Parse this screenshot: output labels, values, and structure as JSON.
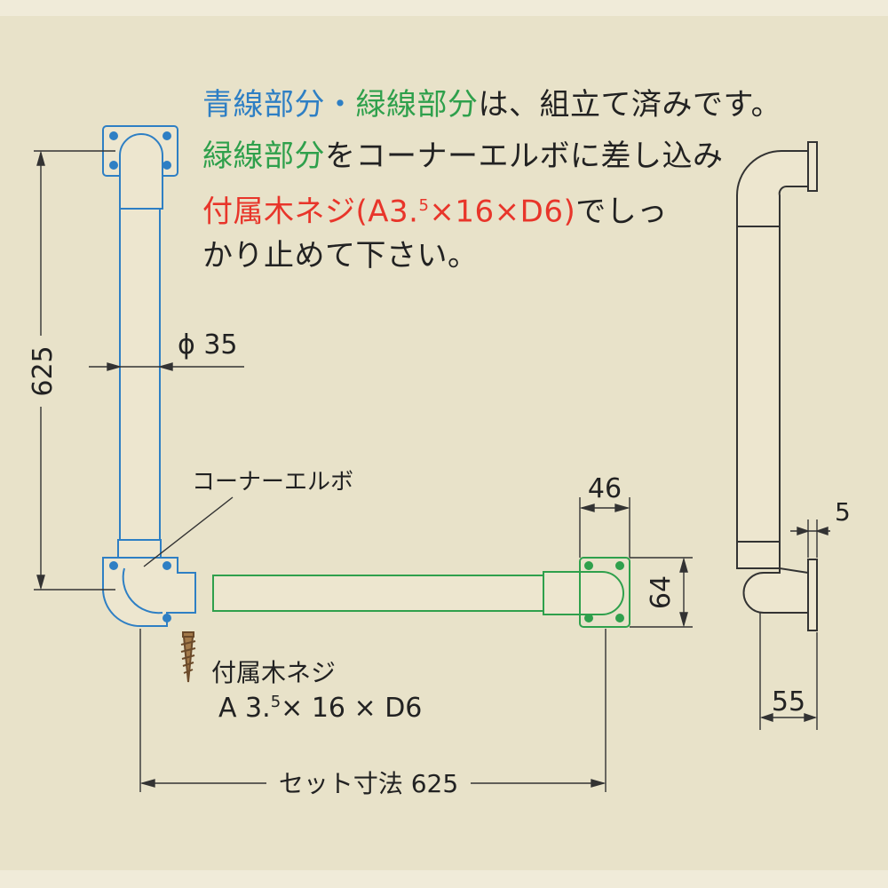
{
  "instructions": {
    "line1_blue": "青線部分",
    "line1_sep": "・",
    "line1_green": "緑線部分",
    "line1_rest": "は、組立て済みです。",
    "line2_green": "緑線部分",
    "line2_rest": "をコーナーエルボに差し込み",
    "line3_red_a": "付属木ネジ(A3.",
    "line3_red_sup": "5",
    "line3_red_b": "×16×D6)",
    "line3_rest": "でしっ",
    "line4": "かり止めて下さい。"
  },
  "labels": {
    "corner_elbow": "コーナーエルボ",
    "screw_title": "付属木ネジ",
    "screw_spec_a": "A 3.",
    "screw_spec_sup": "5",
    "screw_spec_b": "× 16 × D6",
    "set_size": "セット寸法 625"
  },
  "dimensions": {
    "height": "625",
    "diameter": "ϕ 35",
    "flange_width": "46",
    "flange_height": "64",
    "thickness": "5",
    "projection": "55"
  },
  "colors": {
    "blue_part": "#2e7fc4",
    "green_part": "#2fa04c",
    "screw_text": "#e8352a",
    "line": "#222222"
  }
}
